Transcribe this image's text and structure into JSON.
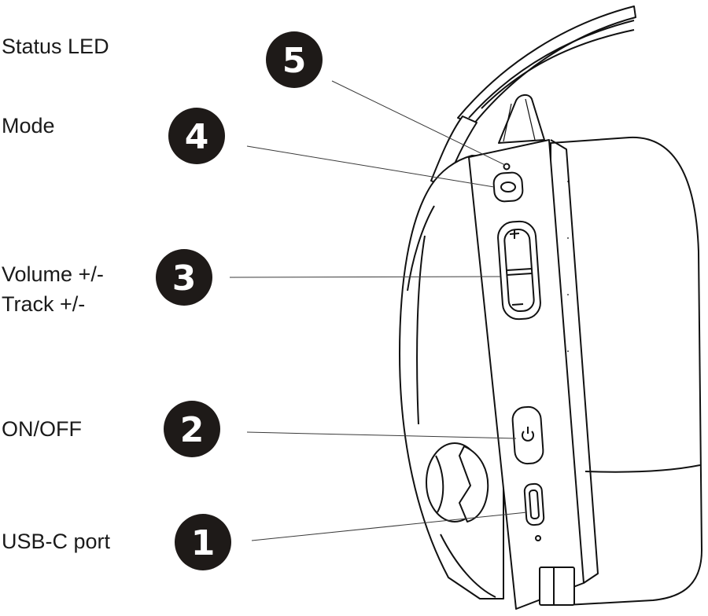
{
  "diagram": {
    "callouts": [
      {
        "number": "5",
        "label": "Status LED"
      },
      {
        "number": "4",
        "label": "Mode"
      },
      {
        "number": "3",
        "label_lines": [
          "Volume +/-",
          "Track +/-"
        ]
      },
      {
        "number": "2",
        "label": "ON/OFF"
      },
      {
        "number": "1",
        "label": "USB-C port"
      }
    ],
    "colors": {
      "badge_fill": "#1e1a18",
      "badge_text": "#ffffff",
      "outline": "#111111",
      "leader_line": "#3a3a3a",
      "label_text": "#1a1a1a",
      "background": "#ffffff"
    },
    "icons": {
      "power_button": "power-icon",
      "volume_rocker": "plus-minus-icon"
    }
  }
}
